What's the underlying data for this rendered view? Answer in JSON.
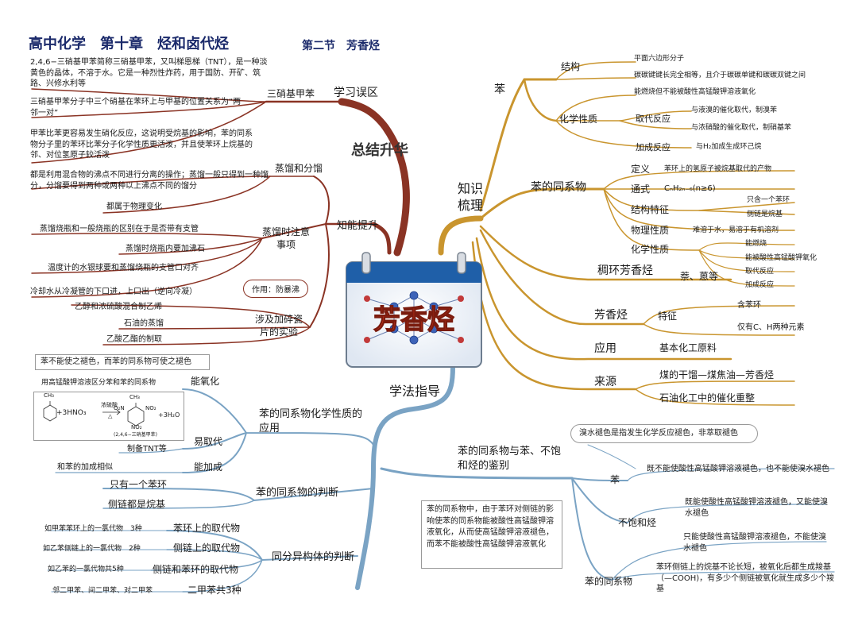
{
  "title": {
    "main": "高中化学　第十章　烃和卤代烃",
    "section": "第二节　芳香烃"
  },
  "center": {
    "label": "芳香烃"
  },
  "colors": {
    "left_branch": "#8a3324",
    "right_branch": "#c9952e",
    "bottom_branch": "#7aa3c4"
  },
  "left": {
    "main_label": "总结升华",
    "sub1": {
      "label": "学习误区",
      "topic": "三硝基甲苯",
      "note1": "2,4,6−三硝基甲苯简称三硝基甲苯，又叫梯恩梯（TNT），是一种淡黄色的晶体，不溶于水。它是一种烈性炸药，用于国防、开矿、筑路、兴修水利等",
      "note2": "三硝基甲苯分子中三个硝基在苯环上与甲基的位置关系为“两邻一对”",
      "note3": "甲苯比苯更容易发生硝化反应，这说明受烷基的影响，苯的同系物分子里的苯环比苯分子化学性质更活泼，并且使苯环上烷基的邻、对位氢原子较活泼"
    },
    "sub2": {
      "label": "知能提升",
      "distill": {
        "label": "蒸馏和分馏",
        "desc": "都是利用混合物的沸点不同进行分离的操作；蒸馏一般只得到一种馏分，分馏要得到两种或两种以上沸点不同的馏分",
        "phys": "都属于物理变化"
      },
      "notes": {
        "label": "蒸馏时注意事项",
        "items": [
          "蒸馏烧瓶和一般烧瓶的区别在于是否带有支管",
          "蒸馏时烧瓶内要加沸石",
          "温度计的水银球要和蒸馏烧瓶的支管口对齐",
          "冷却水从冷凝管的下口进，上口出（逆向冷凝）"
        ],
        "anti_bump": "作用：防暴沸"
      },
      "experiments": {
        "label": "涉及加碎瓷片的实验",
        "items": [
          "乙醇和浓硫酸混合制乙烯",
          "石油的蒸馏",
          "乙酸乙酯的制取"
        ]
      }
    }
  },
  "right": {
    "main_label": "知识梳理",
    "benzene": {
      "label": "苯",
      "structure": {
        "label": "结构",
        "items": [
          "平面六边形分子",
          "碳碳键键长完全相等，且介于碳碳单键和碳碳双键之间"
        ]
      },
      "chem": {
        "label": "化学性质",
        "burn": "能燃烧但不能被酸性高锰酸钾溶液氧化",
        "substitution": "取代反应",
        "sub_items": [
          "与液溴的催化取代，制溴苯",
          "与浓硝酸的催化取代，制硝基苯"
        ],
        "addition": "加成反应",
        "addition_item": "与H₂加成生成环己烷"
      }
    },
    "homolog": {
      "label": "苯的同系物",
      "definition": {
        "label": "定义",
        "value": "苯环上的氢原子被烷基取代的产物"
      },
      "formula": {
        "label": "通式",
        "value": "CₙH₂ₙ₋₆(n≥6)"
      },
      "structure": {
        "label": "结构特征",
        "items": [
          "只含一个苯环",
          "侧链是烷基"
        ]
      },
      "physical": {
        "label": "物理性质",
        "value": "难溶于水，易溶于有机溶剂"
      },
      "chemical": {
        "label": "化学性质",
        "items": [
          "能燃烧",
          "能被酸性高锰酸钾氧化",
          "取代反应",
          "加成反应"
        ]
      }
    },
    "fused": {
      "label": "稠环芳香烃",
      "value": "萘、蒽等"
    },
    "aromatic": {
      "label": "芳香烃",
      "feature": "特征",
      "items": [
        "含苯环",
        "仅有C、H两种元素"
      ]
    },
    "application": {
      "label": "应用",
      "value": "基本化工原料"
    },
    "source": {
      "label": "来源",
      "items": [
        "煤的干馏—煤焦油—芳香烃",
        "石油化工中的催化重整"
      ]
    }
  },
  "bottom": {
    "main_label": "学法指导",
    "app": {
      "label": "苯的同系物化学性质的应用",
      "oxidation": {
        "label": "能氧化",
        "callout": "苯不能使之褪色，而苯的同系物可使之褪色",
        "desc": "用高锰酸钾溶液区分苯和苯的同系物"
      },
      "substitution": {
        "label": "易取代",
        "sub": "制备TNT等",
        "reactant": "CH₃",
        "plus1": "+3HNO₃",
        "cond_top": "浓硫酸",
        "cond_bottom": "△",
        "product_ch3": "CH₃",
        "no2_left": "O₂N",
        "no2_right": "NO₂",
        "no2_bottom": "NO₂",
        "plus2": "+3H₂O",
        "product_name": "(2,4,6−三硝基甲苯)"
      },
      "addition": {
        "label": "能加成",
        "desc": "和苯的加成相似"
      }
    },
    "judge": {
      "label": "苯的同系物的判断",
      "items": [
        "只有一个苯环",
        "侧链都是烷基"
      ]
    },
    "isomer": {
      "label": "同分异构体的判断",
      "ring": {
        "label": "苯环上的取代物",
        "example": "如甲苯苯环上的一氯代物　3种"
      },
      "side": {
        "label": "侧链上的取代物",
        "example": "如乙苯侧链上的一氯代物　2种"
      },
      "both": {
        "label": "侧链和苯环的取代物",
        "example": "如乙苯的一氯代物共5种"
      },
      "xylene": {
        "label": "二甲苯共3种",
        "example": "邻二甲苯、间二甲苯、对二甲苯"
      }
    },
    "distinguish": {
      "label": "苯的同系物与苯、不饱和烃的鉴别",
      "bromine_note": "溴水褪色是指发生化学反应褪色，非萃取褪色",
      "benzene": {
        "label": "苯",
        "desc": "既不能使酸性高锰酸钾溶液褪色，也不能使溴水褪色"
      },
      "unsat": {
        "label": "不饱和烃",
        "desc": "既能使酸性高锰酸钾溶液褪色，又能使溴水褪色"
      },
      "homolog": {
        "label": "苯的同系物",
        "desc1": "只能使酸性高锰酸钾溶液褪色，不能使溴水褪色",
        "desc2": "苯环侧链上的烷基不论长短，被氧化后都生成羧基（—COOH)，有多少个侧链被氧化就生成多少个羧基"
      },
      "explain": "苯的同系物中，由于苯环对侧链的影响使苯的同系物能被酸性高锰酸钾溶液氧化，从而使高锰酸钾溶液褪色，而苯不能被酸性高锰酸钾溶液氧化"
    }
  }
}
